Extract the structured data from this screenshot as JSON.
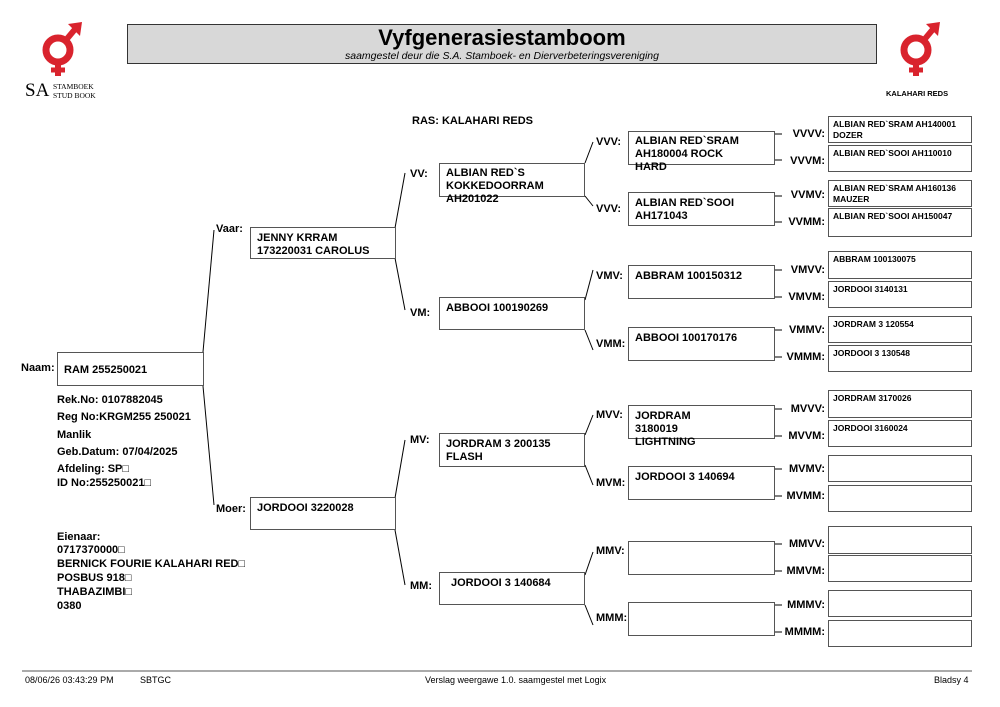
{
  "header": {
    "title": "Vyfgenerasiestamboom",
    "subtitle": "saamgestel deur die S.A. Stamboek- en Dierverbeteringsvereniging",
    "logo_left_text": [
      "SA",
      "STAMBOEK",
      "STUD BOOK"
    ],
    "logo_right_text": "KALAHARI REDS",
    "logo_color": "#d9232d"
  },
  "breed": "RAS: KALAHARI REDS",
  "animal": {
    "label": "Naam:",
    "name": "RAM 255250021",
    "rek_no": "Rek.No: 0107882045",
    "reg_no": "Reg No:KRGM255 250021",
    "sex": "Manlik",
    "birth_date": "Geb.Datum: 07/04/2025",
    "section": "Afdeling: SP□",
    "id_no": "ID No:255250021□"
  },
  "owner": {
    "label": "Eienaar:",
    "lines": [
      "0717370000□",
      "BERNICK FOURIE KALAHARI RED□",
      "POSBUS 918□",
      "THABAZIMBI□",
      "0380"
    ]
  },
  "pedigree": {
    "sire": {
      "label": "Vaar:",
      "name": "JENNY KRRAM 173220031 CAROLUS"
    },
    "dam": {
      "label": "Moer:",
      "name": "JORDOOI 3220028"
    },
    "gen2": [
      {
        "label": "VV:",
        "name": "ALBIAN RED`S KOKKEDOORRAM AH201022"
      },
      {
        "label": "VM:",
        "name": "ABBOOI 100190269"
      },
      {
        "label": "MV:",
        "name": "JORDRAM 3 200135 FLASH"
      },
      {
        "label": "MM:",
        "name": "JORDOOI 3 140684"
      }
    ],
    "gen3": [
      {
        "label": "VVV:",
        "name": "ALBIAN RED`SRAM AH180004 ROCK HARD"
      },
      {
        "label": "VVV:",
        "name": "ALBIAN RED`SOOI AH171043"
      },
      {
        "label": "VMV:",
        "name": "ABBRAM 100150312"
      },
      {
        "label": "VMM:",
        "name": "ABBOOI 100170176"
      },
      {
        "label": "MVV:",
        "name": "JORDRAM 3180019 LIGHTNING"
      },
      {
        "label": "MVM:",
        "name": "JORDOOI 3 140694"
      },
      {
        "label": "MMV:",
        "name": ""
      },
      {
        "label": "MMM:",
        "name": ""
      }
    ],
    "gen4": [
      {
        "label": "VVVV:",
        "name": "ALBIAN RED`SRAM AH140001 DOZER"
      },
      {
        "label": "VVVM:",
        "name": "ALBIAN RED`SOOI AH110010"
      },
      {
        "label": "VVMV:",
        "name": "ALBIAN RED`SRAM AH160136 MAUZER"
      },
      {
        "label": "VVMM:",
        "name": "ALBIAN RED`SOOI AH150047"
      },
      {
        "label": "VMVV:",
        "name": "ABBRAM 100130075"
      },
      {
        "label": "VMVM:",
        "name": "JORDOOI 3140131"
      },
      {
        "label": "VMMV:",
        "name": "JORDRAM 3 120554"
      },
      {
        "label": "VMMM:",
        "name": "JORDOOI 3 130548"
      },
      {
        "label": "MVVV:",
        "name": "JORDRAM 3170026"
      },
      {
        "label": "MVVM:",
        "name": "JORDOOI 3160024"
      },
      {
        "label": "MVMV:",
        "name": ""
      },
      {
        "label": "MVMM:",
        "name": ""
      },
      {
        "label": "MMVV:",
        "name": ""
      },
      {
        "label": "MMVM:",
        "name": ""
      },
      {
        "label": "MMMV:",
        "name": ""
      },
      {
        "label": "MMMM:",
        "name": ""
      }
    ]
  },
  "footer": {
    "datetime": "08/06/26 03:43:29 PM",
    "code": "SBTGC",
    "version": "Verslag weergawe 1.0. saamgestel met Logix",
    "page": "Bladsy 4"
  }
}
